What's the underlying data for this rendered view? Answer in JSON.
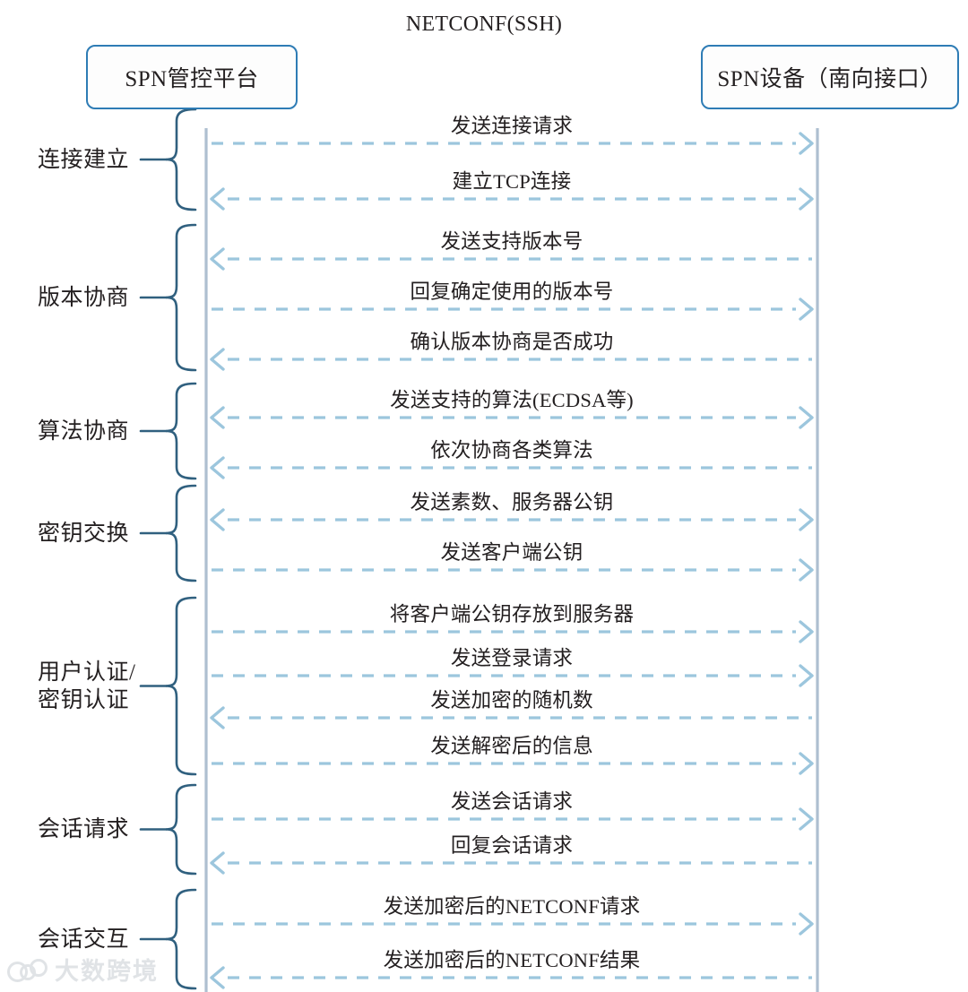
{
  "diagram": {
    "protocol_title": "NETCONF(SSH)",
    "actors": {
      "left": {
        "label": "SPN管控平台"
      },
      "right": {
        "label": "SPN设备（南向接口）"
      }
    },
    "colors": {
      "actor_border": "#2e7cb5",
      "lifeline": "#aebfd0",
      "arrow": "#9cc6dd",
      "brace": "#30607f",
      "text": "#231f20",
      "background": "#ffffff"
    },
    "phases": [
      {
        "name": "connection-establishment",
        "label": "连接建立",
        "message_indices": [
          0,
          1
        ]
      },
      {
        "name": "version-negotiation",
        "label": "版本协商",
        "message_indices": [
          2,
          3,
          4
        ]
      },
      {
        "name": "algorithm-negotiation",
        "label": "算法协商",
        "message_indices": [
          5,
          6
        ]
      },
      {
        "name": "key-exchange",
        "label": "密钥交换",
        "message_indices": [
          7,
          8
        ]
      },
      {
        "name": "user-key-authentication",
        "label": "用户认证/\n密钥认证",
        "message_indices": [
          9,
          10,
          11,
          12
        ]
      },
      {
        "name": "session-request",
        "label": "会话请求",
        "message_indices": [
          13,
          14
        ]
      },
      {
        "name": "session-interaction",
        "label": "会话交互",
        "message_indices": [
          15,
          16
        ]
      }
    ],
    "messages": [
      {
        "label": "发送连接请求",
        "direction": "right"
      },
      {
        "label": "建立TCP连接",
        "direction": "both"
      },
      {
        "label": "发送支持版本号",
        "direction": "left"
      },
      {
        "label": "回复确定使用的版本号",
        "direction": "right"
      },
      {
        "label": "确认版本协商是否成功",
        "direction": "left"
      },
      {
        "label": "发送支持的算法(ECDSA等)",
        "direction": "both"
      },
      {
        "label": "依次协商各类算法",
        "direction": "left"
      },
      {
        "label": "发送素数、服务器公钥",
        "direction": "both"
      },
      {
        "label": "发送客户端公钥",
        "direction": "right"
      },
      {
        "label": "将客户端公钥存放到服务器",
        "direction": "right"
      },
      {
        "label": "发送登录请求",
        "direction": "right"
      },
      {
        "label": "发送加密的随机数",
        "direction": "left"
      },
      {
        "label": "发送解密后的信息",
        "direction": "right"
      },
      {
        "label": "发送会话请求",
        "direction": "right"
      },
      {
        "label": "回复会话请求",
        "direction": "left"
      },
      {
        "label": "发送加密后的NETCONF请求",
        "direction": "right"
      },
      {
        "label": "发送加密后的NETCONF结果",
        "direction": "left"
      }
    ],
    "watermark": {
      "text": "大数跨境",
      "mark": "three-rings-logo"
    }
  }
}
